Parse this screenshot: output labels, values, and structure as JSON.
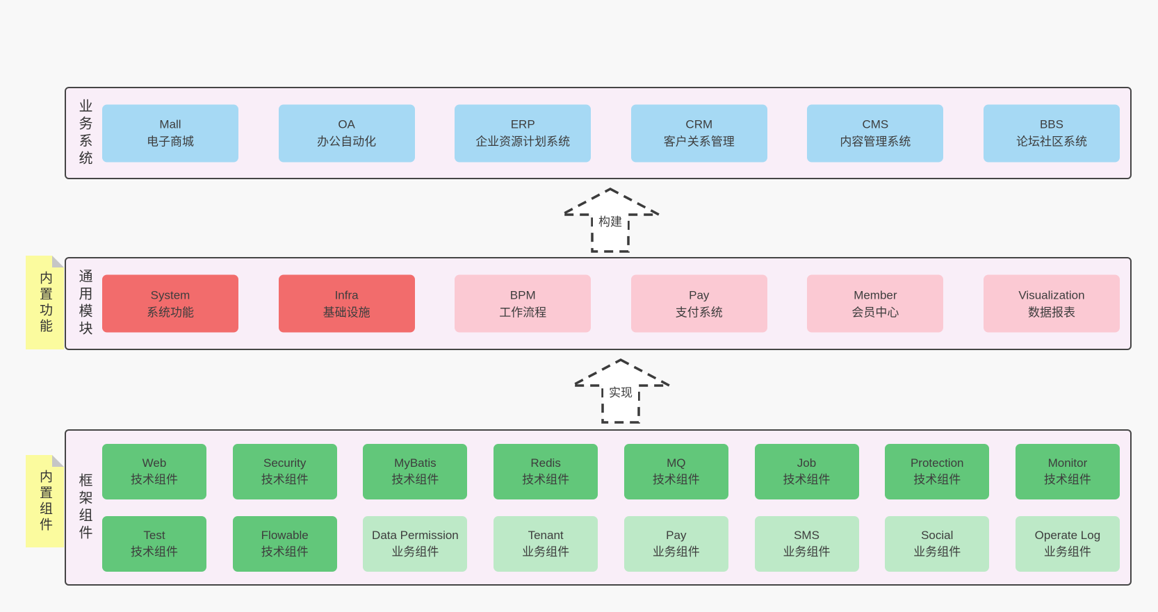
{
  "colors": {
    "page_background": "#f8f8f8",
    "container_background": "#f9eef8",
    "container_border": "#454545",
    "blue_box": "#a6d9f4",
    "red_box": "#f26c6c",
    "pink_box": "#fbc9d3",
    "green_box": "#62c77a",
    "light_green_box": "#bde9c7",
    "sticky_yellow": "#fbfb9e",
    "sticky_fold": "#c6c6c6",
    "text": "#3d3d3d"
  },
  "arrows": [
    {
      "label": "构建"
    },
    {
      "label": "实现"
    }
  ],
  "layers": [
    {
      "label": "业务系统",
      "boxes": [
        {
          "title": "Mall",
          "subtitle": "电子商城"
        },
        {
          "title": "OA",
          "subtitle": "办公自动化"
        },
        {
          "title": "ERP",
          "subtitle": "企业资源计划系统"
        },
        {
          "title": "CRM",
          "subtitle": "客户关系管理"
        },
        {
          "title": "CMS",
          "subtitle": "内容管理系统"
        },
        {
          "title": "BBS",
          "subtitle": "论坛社区系统"
        }
      ]
    },
    {
      "label": "通用模块",
      "sticky": "内置功能",
      "boxes": [
        {
          "title": "System",
          "subtitle": "系统功能"
        },
        {
          "title": "Infra",
          "subtitle": "基础设施"
        },
        {
          "title": "BPM",
          "subtitle": "工作流程"
        },
        {
          "title": "Pay",
          "subtitle": "支付系统"
        },
        {
          "title": "Member",
          "subtitle": "会员中心"
        },
        {
          "title": "Visualization",
          "subtitle": "数据报表"
        }
      ]
    },
    {
      "label": "框架组件",
      "sticky": "内置组件",
      "rows": [
        [
          {
            "title": "Web",
            "subtitle": "技术组件"
          },
          {
            "title": "Security",
            "subtitle": "技术组件"
          },
          {
            "title": "MyBatis",
            "subtitle": "技术组件"
          },
          {
            "title": "Redis",
            "subtitle": "技术组件"
          },
          {
            "title": "MQ",
            "subtitle": "技术组件"
          },
          {
            "title": "Job",
            "subtitle": "技术组件"
          },
          {
            "title": "Protection",
            "subtitle": "技术组件"
          },
          {
            "title": "Monitor",
            "subtitle": "技术组件"
          }
        ],
        [
          {
            "title": "Test",
            "subtitle": "技术组件"
          },
          {
            "title": "Flowable",
            "subtitle": "技术组件"
          },
          {
            "title": "Data Permission",
            "subtitle": "业务组件"
          },
          {
            "title": "Tenant",
            "subtitle": "业务组件"
          },
          {
            "title": "Pay",
            "subtitle": "业务组件"
          },
          {
            "title": "SMS",
            "subtitle": "业务组件"
          },
          {
            "title": "Social",
            "subtitle": "业务组件"
          },
          {
            "title": "Operate Log",
            "subtitle": "业务组件"
          }
        ]
      ]
    }
  ]
}
